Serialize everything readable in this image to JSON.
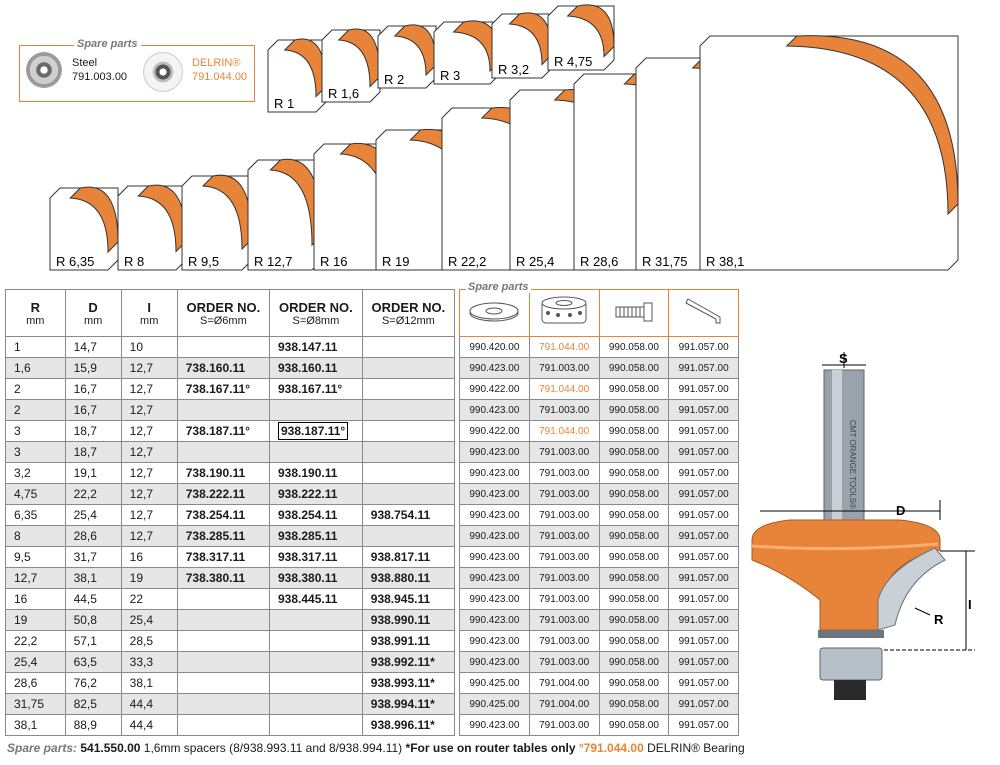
{
  "spare_parts_box": {
    "title": "Spare parts",
    "steel_label": "Steel",
    "steel_code": "791.003.00",
    "delrin_label": "DELRIN®",
    "delrin_code": "791.044.00"
  },
  "profiles_small": [
    "R 1",
    "R 1,6",
    "R 2",
    "R 3",
    "R 3,2",
    "R 4,75"
  ],
  "profiles_large": [
    "R 6,35",
    "R 8",
    "R 9,5",
    "R 12,7",
    "R 16",
    "R 19",
    "R 22,2",
    "R 25,4",
    "R 28,6",
    "R 31,75",
    "R 38,1"
  ],
  "table": {
    "headers": [
      {
        "title": "R",
        "unit": "mm"
      },
      {
        "title": "D",
        "unit": "mm"
      },
      {
        "title": "I",
        "unit": "mm"
      },
      {
        "title": "ORDER NO.",
        "unit": "S=Ø6mm"
      },
      {
        "title": "ORDER NO.",
        "unit": "S=Ø8mm"
      },
      {
        "title": "ORDER NO.",
        "unit": "S=Ø12mm"
      }
    ],
    "rows": [
      [
        "1",
        "14,7",
        "10",
        "",
        "938.147.11",
        ""
      ],
      [
        "1,6",
        "15,9",
        "12,7",
        "738.160.11",
        "938.160.11",
        ""
      ],
      [
        "2",
        "16,7",
        "12,7",
        "738.167.11°",
        "938.167.11°",
        ""
      ],
      [
        "2",
        "16,7",
        "12,7",
        "",
        "",
        ""
      ],
      [
        "3",
        "18,7",
        "12,7",
        "738.187.11°",
        "938.187.11°",
        ""
      ],
      [
        "3",
        "18,7",
        "12,7",
        "",
        "",
        ""
      ],
      [
        "3,2",
        "19,1",
        "12,7",
        "738.190.11",
        "938.190.11",
        ""
      ],
      [
        "4,75",
        "22,2",
        "12,7",
        "738.222.11",
        "938.222.11",
        ""
      ],
      [
        "6,35",
        "25,4",
        "12,7",
        "738.254.11",
        "938.254.11",
        "938.754.11"
      ],
      [
        "8",
        "28,6",
        "12,7",
        "738.285.11",
        "938.285.11",
        ""
      ],
      [
        "9,5",
        "31,7",
        "16",
        "738.317.11",
        "938.317.11",
        "938.817.11"
      ],
      [
        "12,7",
        "38,1",
        "19",
        "738.380.11",
        "938.380.11",
        "938.880.11"
      ],
      [
        "16",
        "44,5",
        "22",
        "",
        "938.445.11",
        "938.945.11"
      ],
      [
        "19",
        "50,8",
        "25,4",
        "",
        "",
        "938.990.11"
      ],
      [
        "22,2",
        "57,1",
        "28,5",
        "",
        "",
        "938.991.11"
      ],
      [
        "25,4",
        "63,5",
        "33,3",
        "",
        "",
        "938.992.11*"
      ],
      [
        "28,6",
        "76,2",
        "38,1",
        "",
        "",
        "938.993.11*"
      ],
      [
        "31,75",
        "82,5",
        "44,4",
        "",
        "",
        "938.994.11*"
      ],
      [
        "38,1",
        "88,9",
        "44,4",
        "",
        "",
        "938.996.11*"
      ]
    ]
  },
  "spare_table": {
    "title": "Spare parts",
    "icons": [
      "washer-icon",
      "bearing-icon",
      "screw-icon",
      "hex-key-icon"
    ],
    "rows": [
      [
        "990.420.00",
        "791.044.00",
        "990.058.00",
        "991.057.00"
      ],
      [
        "990.423.00",
        "791.003.00",
        "990.058.00",
        "991.057.00"
      ],
      [
        "990.422.00",
        "791.044.00",
        "990.058.00",
        "991.057.00"
      ],
      [
        "990.423.00",
        "791.003.00",
        "990.058.00",
        "991.057.00"
      ],
      [
        "990.422.00",
        "791.044.00",
        "990.058.00",
        "991.057.00"
      ],
      [
        "990.423.00",
        "791.003.00",
        "990.058.00",
        "991.057.00"
      ],
      [
        "990.423.00",
        "791.003.00",
        "990.058.00",
        "991.057.00"
      ],
      [
        "990.423.00",
        "791.003.00",
        "990.058.00",
        "991.057.00"
      ],
      [
        "990.423.00",
        "791.003.00",
        "990.058.00",
        "991.057.00"
      ],
      [
        "990.423.00",
        "791.003.00",
        "990.058.00",
        "991.057.00"
      ],
      [
        "990.423.00",
        "791.003.00",
        "990.058.00",
        "991.057.00"
      ],
      [
        "990.423.00",
        "791.003.00",
        "990.058.00",
        "991.057.00"
      ],
      [
        "990.423.00",
        "791.003.00",
        "990.058.00",
        "991.057.00"
      ],
      [
        "990.423.00",
        "791.003.00",
        "990.058.00",
        "991.057.00"
      ],
      [
        "990.423.00",
        "791.003.00",
        "990.058.00",
        "991.057.00"
      ],
      [
        "990.423.00",
        "791.003.00",
        "990.058.00",
        "991.057.00"
      ],
      [
        "990.425.00",
        "791.004.00",
        "990.058.00",
        "991.057.00"
      ],
      [
        "990.425.00",
        "791.004.00",
        "990.058.00",
        "991.057.00"
      ],
      [
        "990.423.00",
        "791.003.00",
        "990.058.00",
        "991.057.00"
      ]
    ]
  },
  "diagram": {
    "s": "S",
    "d": "D",
    "i": "I",
    "r": "R",
    "shank_text": "CMT ORANGE TOOLS®"
  },
  "footer": {
    "label": "Spare parts:",
    "code": "541.550.00",
    "spacers": "1,6mm spacers (8/938.993.11 and 8/938.994.11)",
    "router": "*For use on router tables only",
    "delrin_code": "°791.044.00",
    "delrin_text": "DELRIN® Bearing"
  },
  "colors": {
    "orange": "#e8843a",
    "grey": "#e6e6e6"
  }
}
